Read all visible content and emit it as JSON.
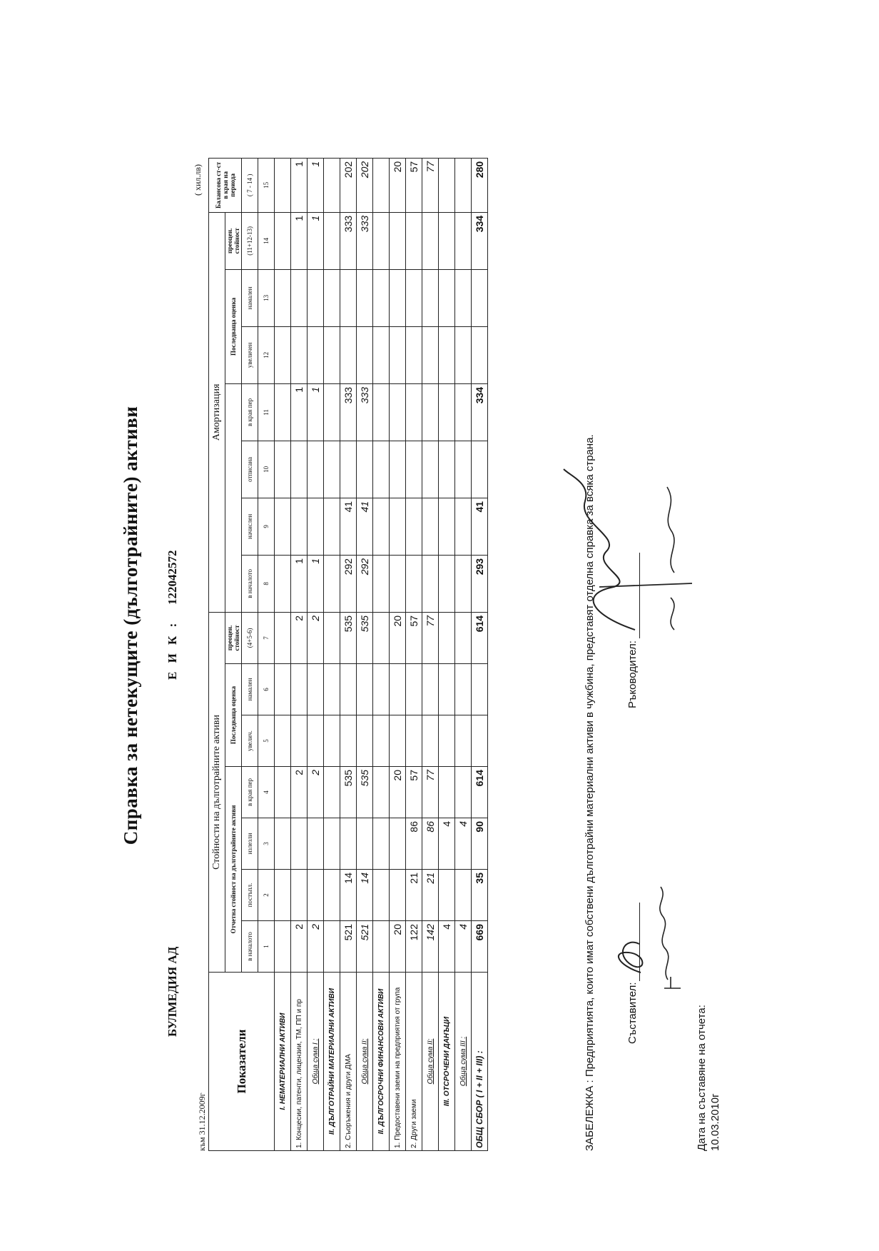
{
  "document": {
    "title": "Справка за нетекущите (дълготрайните) активи",
    "company": "БУЛМЕДИЯ АД",
    "eik_label": "Е И К :",
    "eik_value": "122042572",
    "as_of": "към 31.12.2009г",
    "units": "( хил.лв)"
  },
  "table": {
    "h_indicators": "Показатели",
    "h_values": "Стойности на дълготрайните активи",
    "h_amort": "Амортизация",
    "h_book_value": "Отчетна стойност на дълготрайните активи",
    "h_reval": "Последваща оценка",
    "h_restated": "преоцен. стойност",
    "h_balance": "Балансова ст-ст в края на периода",
    "h_amort_reval": "Последваща оценка",
    "sub": {
      "c1": "в началото",
      "c2": "постъпл.",
      "c3": "излезли",
      "c4": "в края пер",
      "c5": "увелич.",
      "c6": "намален",
      "c7": "(4+5-6)",
      "c8": "в началото",
      "c9": "начислен",
      "c10": "отписана",
      "c11": "в края пер",
      "c12": "увеличен",
      "c13": "намален",
      "c14": "(11+12-13)",
      "c15": "( 7 - 14 )"
    },
    "colnums": [
      "1",
      "2",
      "3",
      "4",
      "5",
      "6",
      "7",
      "8",
      "9",
      "10",
      "11",
      "12",
      "13",
      "14",
      "15"
    ],
    "rows": [
      {
        "label": "I. НЕМАТЕРИАЛНИ АКТИВИ",
        "kind": "section",
        "v": [
          "",
          "",
          "",
          "",
          "",
          "",
          "",
          "",
          "",
          "",
          "",
          "",
          "",
          "",
          ""
        ]
      },
      {
        "label": "1. Концесии, патенти, лицензии, ТМ, ПП и пр",
        "kind": "item",
        "v": [
          "2",
          "",
          "",
          "2",
          "",
          "",
          "2",
          "1",
          "",
          "",
          "1",
          "",
          "",
          "1",
          "1"
        ]
      },
      {
        "label": "Обща сума I :",
        "kind": "subtotal",
        "v": [
          "2",
          "",
          "",
          "2",
          "",
          "",
          "2",
          "1",
          "",
          "",
          "1",
          "",
          "",
          "1",
          "1"
        ]
      },
      {
        "label": "II. ДЪЛГОТРАЙНИ МАТЕРИАЛНИ АКТИВИ",
        "kind": "section",
        "v": [
          "",
          "",
          "",
          "",
          "",
          "",
          "",
          "",
          "",
          "",
          "",
          "",
          "",
          "",
          ""
        ]
      },
      {
        "label": "2. Съоръжения и други ДМА",
        "kind": "item",
        "v": [
          "521",
          "14",
          "",
          "535",
          "",
          "",
          "535",
          "292",
          "41",
          "",
          "333",
          "",
          "",
          "333",
          "202"
        ]
      },
      {
        "label": "Обща сума II:",
        "kind": "subtotal",
        "v": [
          "521",
          "14",
          "",
          "535",
          "",
          "",
          "535",
          "292",
          "41",
          "",
          "333",
          "",
          "",
          "333",
          "202"
        ]
      },
      {
        "label": "II. ДЪЛГОСРОЧНИ ФИНАНСОВИ АКТИВИ",
        "kind": "section",
        "v": [
          "",
          "",
          "",
          "",
          "",
          "",
          "",
          "",
          "",
          "",
          "",
          "",
          "",
          "",
          ""
        ]
      },
      {
        "label": "1. Предоставени заеми на предприятия от група",
        "kind": "item",
        "v": [
          "20",
          "",
          "",
          "20",
          "",
          "",
          "20",
          "",
          "",
          "",
          "",
          "",
          "",
          "",
          "20"
        ]
      },
      {
        "label": "2. Други заеми",
        "kind": "item",
        "v": [
          "122",
          "21",
          "86",
          "57",
          "",
          "",
          "57",
          "",
          "",
          "",
          "",
          "",
          "",
          "",
          "57"
        ]
      },
      {
        "label": "Обща сума II:",
        "kind": "subtotal",
        "v": [
          "142",
          "21",
          "86",
          "77",
          "",
          "",
          "77",
          "",
          "",
          "",
          "",
          "",
          "",
          "",
          "77"
        ]
      },
      {
        "label": "III. ОТСРОЧЕНИ ДАНЪЦИ",
        "kind": "section",
        "v": [
          "4",
          "",
          "4",
          "",
          "",
          "",
          "",
          "",
          "",
          "",
          "",
          "",
          "",
          "",
          ""
        ]
      },
      {
        "label": "Обща сума III :",
        "kind": "subtotal",
        "v": [
          "4",
          "",
          "4",
          "",
          "",
          "",
          "",
          "",
          "",
          "",
          "",
          "",
          "",
          "",
          ""
        ]
      },
      {
        "label": "ОБЩ СБОР ( I + II + III) :",
        "kind": "total",
        "v": [
          "669",
          "35",
          "90",
          "614",
          "",
          "",
          "614",
          "293",
          "41",
          "",
          "334",
          "",
          "",
          "334",
          "280"
        ]
      }
    ]
  },
  "note": "ЗАБЕЛЕЖКА : Предприятията, които имат собствени дълготрайни материални активи в чужбина, представят отделна справка за всяка страна.",
  "signatures": {
    "compiler_label": "Съставител:",
    "manager_label": "Ръководител:"
  },
  "date_label": "Дата на съставяне на отчета:",
  "date_value": "10.03.2010г"
}
